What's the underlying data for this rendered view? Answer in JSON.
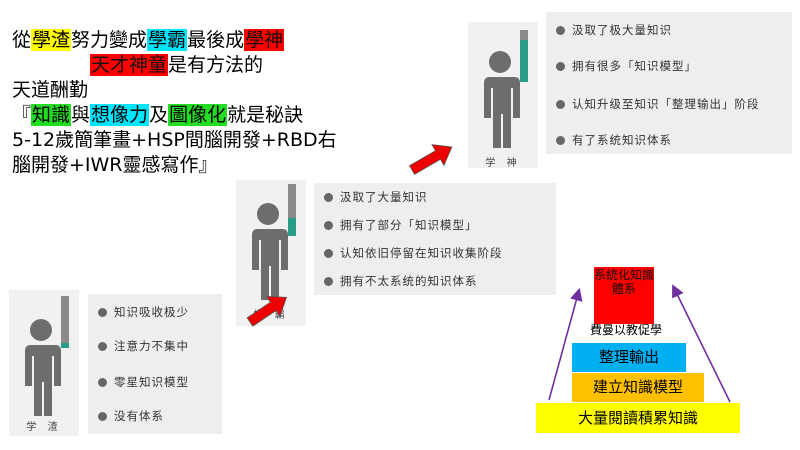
{
  "intro": {
    "line1": {
      "a": "從",
      "b": "學渣",
      "c": "努力變成",
      "d": "學霸",
      "e": "最後成",
      "f": "學神"
    },
    "line2": {
      "a": "天才神童",
      "b": "是有方法的"
    },
    "line3": "天道酬勤",
    "line4": {
      "a": "『",
      "b": "知識",
      "c": "與",
      "d": "想像力",
      "e": "及",
      "f": "圖像化",
      "g": "就是秘訣"
    },
    "line5": "5-12歲簡筆畫+HSP間腦開發+RBD右",
    "line6": "腦開發+IWR靈感寫作』"
  },
  "stages": [
    {
      "label": "学 渣",
      "level": 0.1,
      "items": [
        "知识吸收极少",
        "注意力不集中",
        "零星知识模型",
        "没有体系"
      ]
    },
    {
      "label": "学 霸",
      "level": 0.35,
      "items": [
        "汲取了大量知识",
        "拥有了部分「知识模型」",
        "认知依旧停留在知识收集阶段",
        "拥有不太系统的知识体系"
      ]
    },
    {
      "label": "学 神",
      "level": 0.8,
      "items": [
        "汲取了极大量知识",
        "拥有很多「知识模型」",
        "认知升级至知识「整理输出」阶段",
        "有了系统知识体系"
      ]
    }
  ],
  "pyramid": {
    "top": "系統化知識體系",
    "note": "費曼以教促學",
    "level2": "整理輸出",
    "level3": "建立知識模型",
    "level4": "大量閱讀積累知識"
  },
  "colors": {
    "accent_teal": "#2a9d86",
    "arrow_red": "#ff0000",
    "arrow_purple": "#7030a0"
  }
}
